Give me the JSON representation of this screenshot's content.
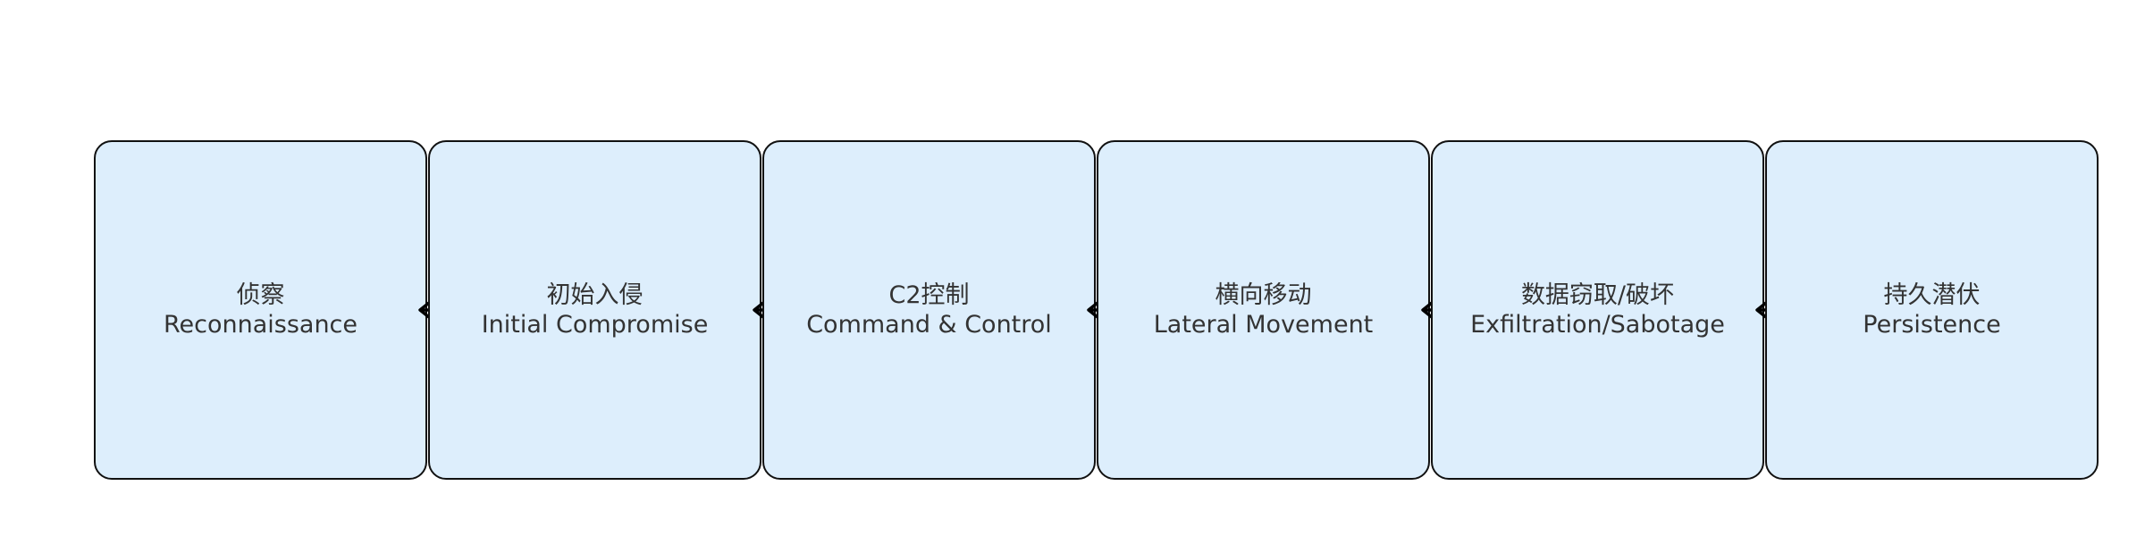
{
  "diagram": {
    "stages": [
      {
        "zh": "侦察",
        "en": "Reconnaissance"
      },
      {
        "zh": "初始入侵",
        "en": "Initial Compromise"
      },
      {
        "zh": "C2控制",
        "en": "Command & Control"
      },
      {
        "zh": "横向移动",
        "en": "Lateral Movement"
      },
      {
        "zh": "数据窃取/破坏",
        "en": "Exfiltration/Sabotage"
      },
      {
        "zh": "持久潜伏",
        "en": "Persistence"
      }
    ],
    "arrow_direction": "left",
    "colors": {
      "box_fill": "#ddeefc",
      "box_stroke": "#111111",
      "text": "#333333",
      "arrow": "#000000"
    }
  }
}
